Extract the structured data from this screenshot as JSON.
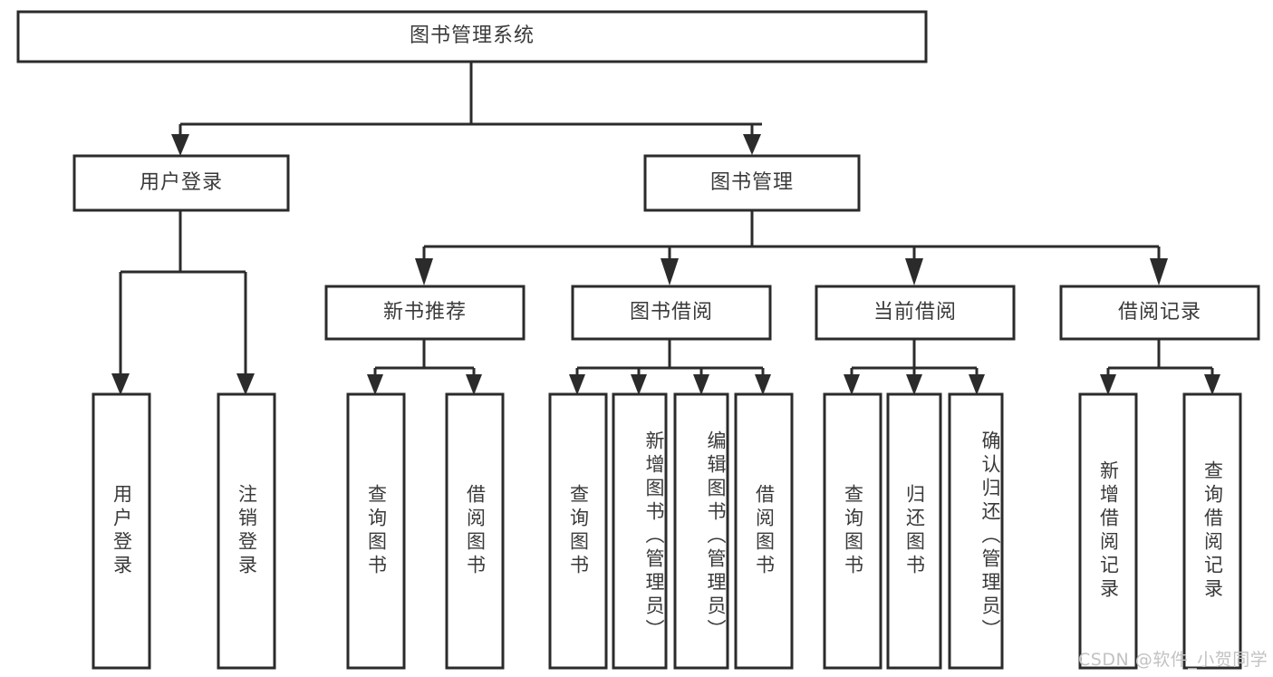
{
  "diagram": {
    "type": "tree-hierarchy",
    "title": "图书管理系统",
    "colors": {
      "stroke": "#2b2b2b",
      "fill": "#ffffff",
      "text": "#3a3a3a",
      "watermark": "#c2c2c2",
      "background": "#ffffff"
    },
    "levels": {
      "root": "图书管理系统",
      "level2": [
        "用户登录",
        "图书管理"
      ],
      "level3": [
        "新书推荐",
        "图书借阅",
        "当前借阅",
        "借阅记录"
      ]
    },
    "nodes": {
      "root": {
        "label": "图书管理系统",
        "orientation": "horizontal"
      },
      "user_login": {
        "label": "用户登录",
        "orientation": "horizontal"
      },
      "book_manage": {
        "label": "图书管理",
        "orientation": "horizontal"
      },
      "new_book_rec": {
        "label": "新书推荐",
        "orientation": "horizontal"
      },
      "book_borrow": {
        "label": "图书借阅",
        "orientation": "horizontal"
      },
      "current_borrow": {
        "label": "当前借阅",
        "orientation": "horizontal"
      },
      "borrow_record": {
        "label": "借阅记录",
        "orientation": "horizontal"
      },
      "leaf_user_login": {
        "label": "用户登录",
        "orientation": "vertical"
      },
      "leaf_logout": {
        "label": "注销登录",
        "orientation": "vertical"
      },
      "leaf_query_book_1": {
        "label": "查询图书",
        "orientation": "vertical"
      },
      "leaf_borrow_book_1": {
        "label": "借阅图书",
        "orientation": "vertical"
      },
      "leaf_query_book_2": {
        "label": "查询图书",
        "orientation": "vertical"
      },
      "leaf_add_book": {
        "label": "新增图书（管理员）",
        "orientation": "vertical"
      },
      "leaf_edit_book": {
        "label": "编辑图书（管理员）",
        "orientation": "vertical"
      },
      "leaf_borrow_book_2": {
        "label": "借阅图书",
        "orientation": "vertical"
      },
      "leaf_query_book_3": {
        "label": "查询图书",
        "orientation": "vertical"
      },
      "leaf_return_book": {
        "label": "归还图书",
        "orientation": "vertical"
      },
      "leaf_confirm_return": {
        "label": "确认归还（管理员）",
        "orientation": "vertical"
      },
      "leaf_add_record": {
        "label": "新增借阅记录",
        "orientation": "vertical"
      },
      "leaf_query_record": {
        "label": "查询借阅记录",
        "orientation": "vertical"
      }
    },
    "edges": [
      {
        "from": "root",
        "to": "user_login"
      },
      {
        "from": "root",
        "to": "book_manage"
      },
      {
        "from": "user_login",
        "to": "leaf_user_login"
      },
      {
        "from": "user_login",
        "to": "leaf_logout"
      },
      {
        "from": "book_manage",
        "to": "new_book_rec"
      },
      {
        "from": "book_manage",
        "to": "book_borrow"
      },
      {
        "from": "book_manage",
        "to": "current_borrow"
      },
      {
        "from": "book_manage",
        "to": "borrow_record"
      },
      {
        "from": "new_book_rec",
        "to": "leaf_query_book_1"
      },
      {
        "from": "new_book_rec",
        "to": "leaf_borrow_book_1"
      },
      {
        "from": "book_borrow",
        "to": "leaf_query_book_2"
      },
      {
        "from": "book_borrow",
        "to": "leaf_add_book"
      },
      {
        "from": "book_borrow",
        "to": "leaf_edit_book"
      },
      {
        "from": "book_borrow",
        "to": "leaf_borrow_book_2"
      },
      {
        "from": "current_borrow",
        "to": "leaf_query_book_3"
      },
      {
        "from": "current_borrow",
        "to": "leaf_return_book"
      },
      {
        "from": "current_borrow",
        "to": "leaf_confirm_return"
      },
      {
        "from": "borrow_record",
        "to": "leaf_add_record"
      },
      {
        "from": "borrow_record",
        "to": "leaf_query_record"
      }
    ]
  },
  "watermark": {
    "text": "CSDN @软件_小贺同学"
  }
}
